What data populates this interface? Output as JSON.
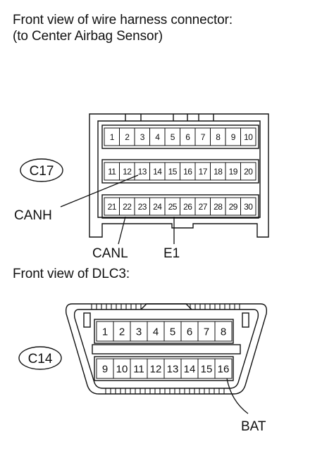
{
  "headings": {
    "harness": "Front view of wire harness connector:",
    "harness_sub": "(to Center Airbag Sensor)",
    "dlc": "Front view of DLC3:"
  },
  "connector_c17": {
    "id": "C17",
    "rows": [
      [
        "1",
        "2",
        "3",
        "4",
        "5",
        "6",
        "7",
        "8",
        "9",
        "10"
      ],
      [
        "11",
        "12",
        "13",
        "14",
        "15",
        "16",
        "17",
        "18",
        "19",
        "20"
      ],
      [
        "21",
        "22",
        "23",
        "24",
        "25",
        "26",
        "27",
        "28",
        "29",
        "30"
      ]
    ],
    "labels": {
      "canh": "CANH",
      "canl": "CANL",
      "e1": "E1"
    }
  },
  "connector_c14": {
    "id": "C14",
    "rows": [
      [
        "1",
        "2",
        "3",
        "4",
        "5",
        "6",
        "7",
        "8"
      ],
      [
        "9",
        "10",
        "11",
        "12",
        "13",
        "14",
        "15",
        "16"
      ]
    ],
    "labels": {
      "bat": "BAT"
    }
  }
}
